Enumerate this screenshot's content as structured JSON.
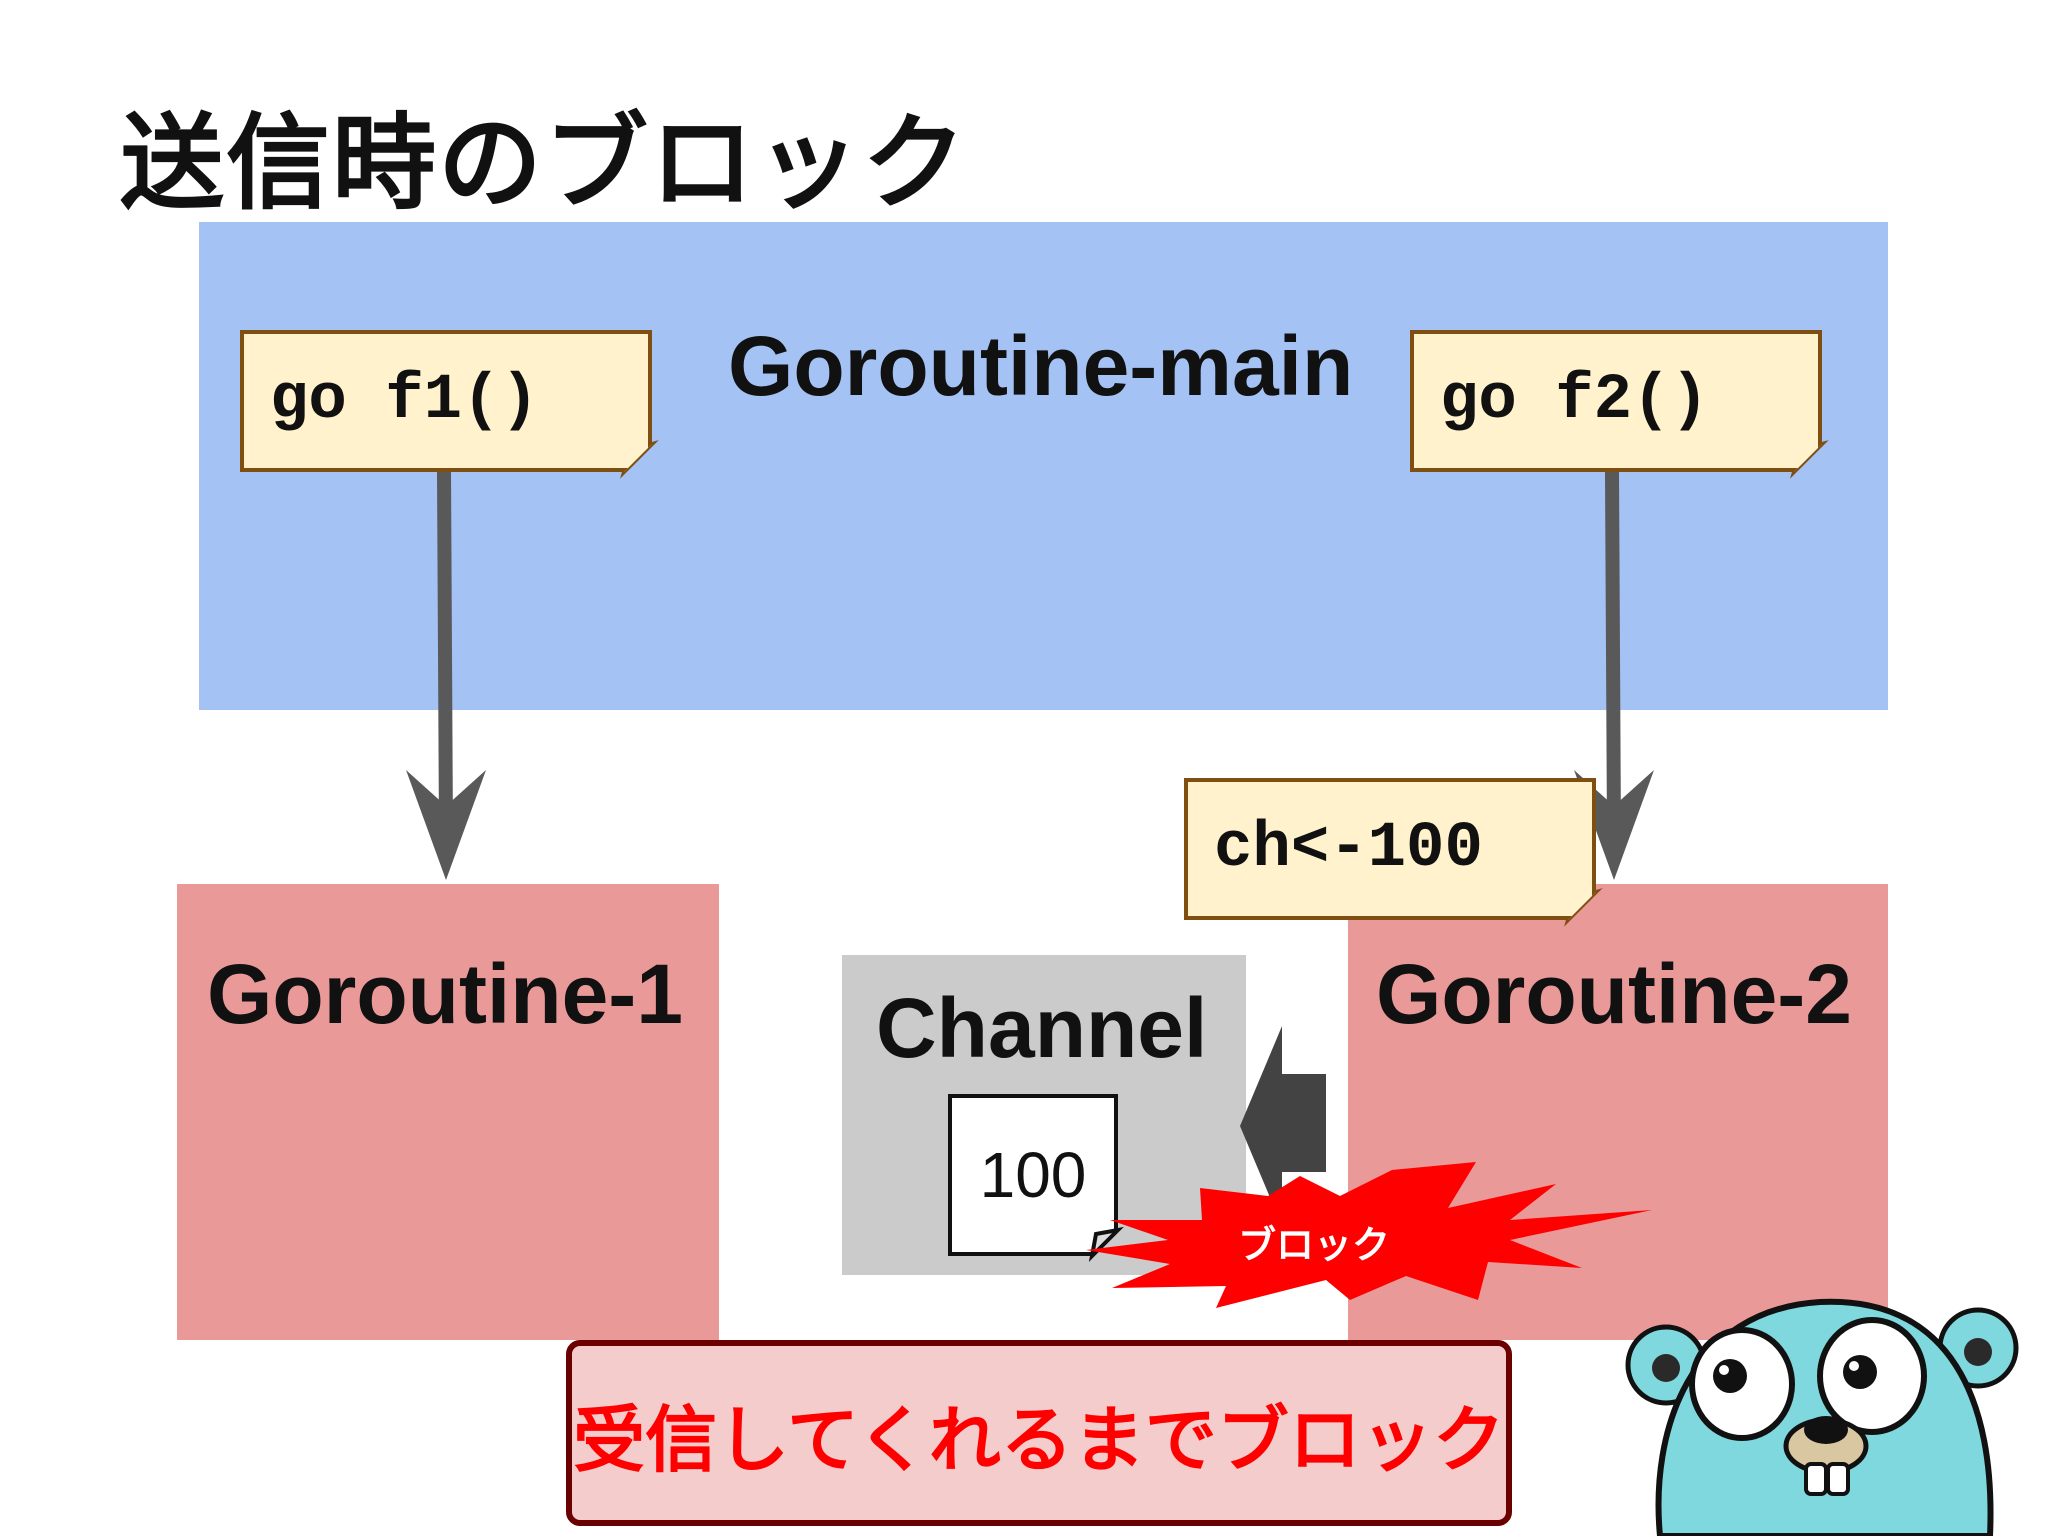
{
  "title": "送信時のブロック",
  "boxes": {
    "main": "Goroutine-main",
    "g1": "Goroutine-1",
    "g2": "Goroutine-2",
    "channel": "Channel"
  },
  "notes": {
    "f1": "go f1()",
    "f2": "go f2()",
    "send": "ch<-100"
  },
  "channel_value": "100",
  "burst_label": "ブロック",
  "result": "受信してくれるまでブロック",
  "colors": {
    "main_box": "#a4c2f4",
    "goroutine_box": "#ea9999",
    "channel_box": "#cccbcc",
    "note_fill": "#fff2cc",
    "note_border": "#7f4f12",
    "burst": "#ff0000",
    "result_text": "#ff0000",
    "result_fill": "#f4cccc",
    "gopher": "#7fd8de"
  },
  "icons": {
    "mascot": "go-gopher-icon"
  }
}
